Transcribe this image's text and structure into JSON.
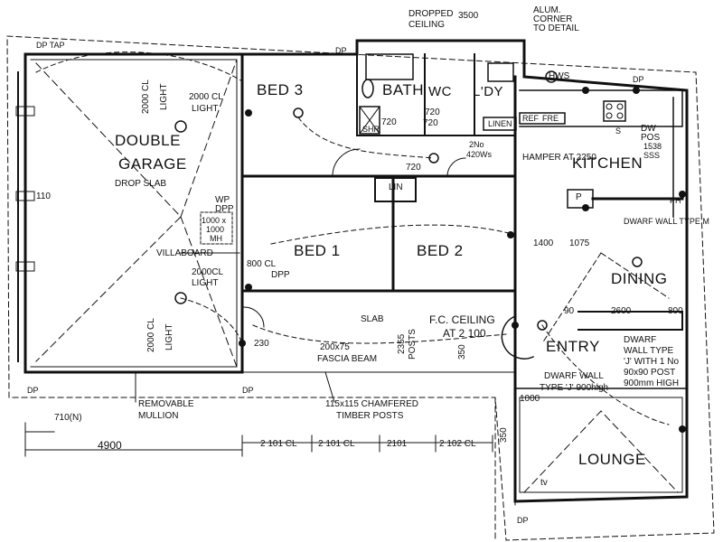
{
  "rooms": {
    "garage_line1": "DOUBLE",
    "garage_line2": "GARAGE",
    "bed3": "BED 3",
    "bath": "BATH",
    "wc": "WC",
    "ldy": "L'DY",
    "kitchen": "KITCHEN",
    "bed1": "BED 1",
    "bed2": "BED 2",
    "dining": "DINING",
    "entry": "ENTRY",
    "lounge": "LOUNGE"
  },
  "notes": {
    "dropped_ceiling_1": "DROPPED",
    "dropped_ceiling_2": "CEILING",
    "dim_3500": "3500",
    "alum_1": "ALUM.",
    "alum_2": "CORNER",
    "alum_3": "TO DETAIL",
    "dp_tap": "DP TAP",
    "dp": "DP",
    "hws": "HWS",
    "drop_slab": "DROP SLAB",
    "cl_2000_a": "2000 CL",
    "light": "LIGHT",
    "wp_dpp_1": "WP",
    "wp_dpp_2": "DPP",
    "mh_1": "1000 x",
    "mh_2": "1000",
    "mh_3": "MH",
    "villaboard": "VILLABOARD",
    "cl_2000_b": "2000CL",
    "light_b": "LIGHT",
    "cl_800": "800 CL",
    "dpp": "DPP",
    "cl_2000_vert": "2000 CL",
    "light_vert": "LIGHT",
    "dim_110": "110",
    "dim_720_a": "720",
    "dim_720_b": "720",
    "dim_720_c": "720",
    "dim_720_d": "720",
    "shr": "SHR",
    "linen": "LINEN",
    "ref": "REF",
    "fre": "FRE",
    "two_no": "2No",
    "w420": "420Ws",
    "hamper": "HAMPER AT 2250",
    "lin": "LIN",
    "dw": "DW",
    "pos": "POS",
    "s": "S",
    "dim_1538": "1538",
    "sss": "SSS",
    "p": "P",
    "ph": "PH",
    "dwarf_m": "DWARF WALL TYPE M",
    "dim_1400": "1400",
    "dim_1075": "1075",
    "dim_2600": "2600",
    "dim_800": "800",
    "dim_90": "90",
    "slab": "SLAB",
    "fc_ceiling": "F.C. CEILING",
    "at_2100": "AT 2 100",
    "dim_230": "230",
    "fascia_1": "200x75",
    "fascia_2": "FASCIA BEAM",
    "dim_2355": "2355",
    "posts": "POSTS",
    "dim_350_a": "350",
    "dwarf_wall": "DWARF WALL",
    "type_j": "TYPE 'J' 900high",
    "dim_1000": "1000",
    "dwarf_type_1": "DWARF",
    "dwarf_type_2": "WALL TYPE",
    "dwarf_type_3": "'J' WITH 1 No",
    "dwarf_type_4": "90x90 POST",
    "dwarf_type_5": "900mm HIGH",
    "removable_1": "REMOVABLE",
    "removable_2": "MULLION",
    "chamfered_1": "115x115 CHAMFERED",
    "chamfered_2": "TIMBER POSTS",
    "dim_710": "710(N)",
    "dim_4900": "4900",
    "dim_2101_a": "2 101 CL",
    "dim_2101_b": "2 101 CL",
    "dim_2101_c": "2101",
    "dim_2102": "2 102 CL",
    "dim_350_b": "350",
    "tv": "tv",
    "dp_bottom": "DP"
  }
}
